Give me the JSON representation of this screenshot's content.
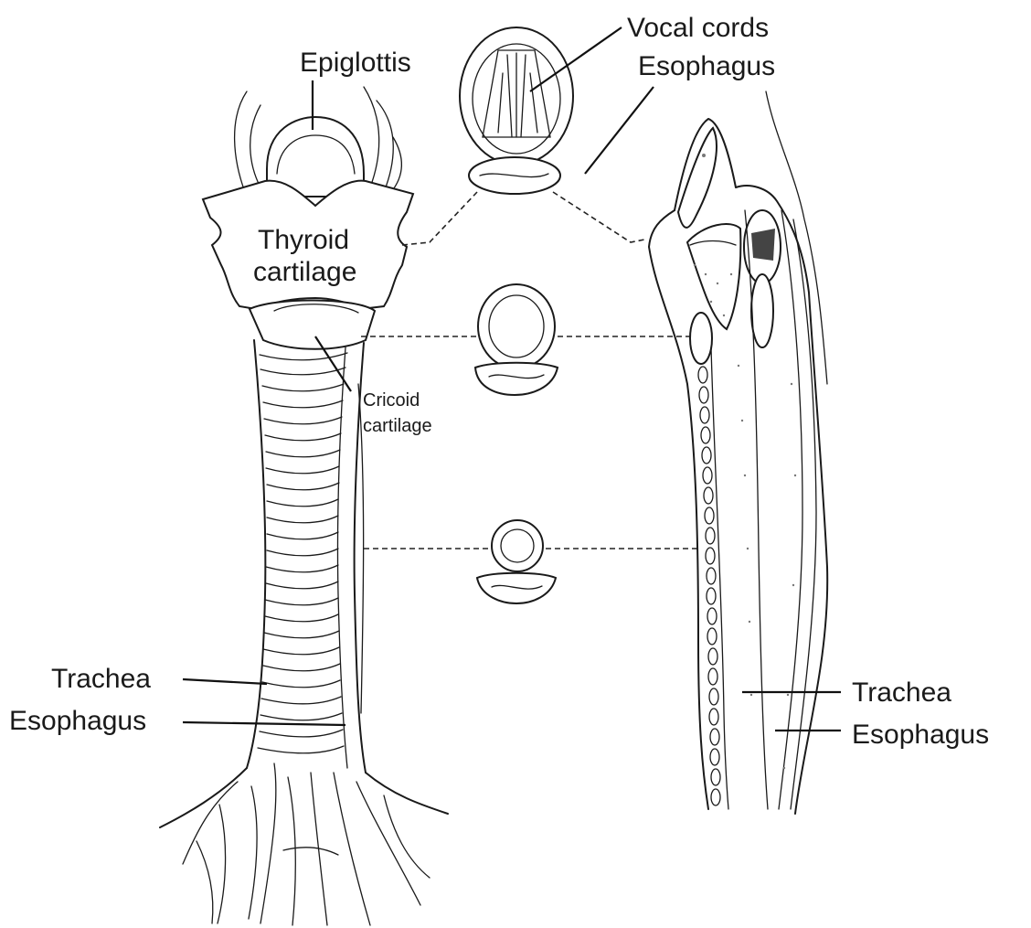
{
  "labels": {
    "epiglottis": "Epiglottis",
    "vocal_cords": "Vocal cords",
    "esophagus_top": "Esophagus",
    "thyroid_line1": "Thyroid",
    "thyroid_line2": "cartilage",
    "cricoid_line1": "Cricoid",
    "cricoid_line2": "cartilage",
    "trachea_left": "Trachea",
    "esophagus_left": "Esophagus",
    "trachea_right": "Trachea",
    "esophagus_right": "Esophagus"
  },
  "colors": {
    "ink": "#1a1a1a",
    "background": "#ffffff"
  }
}
